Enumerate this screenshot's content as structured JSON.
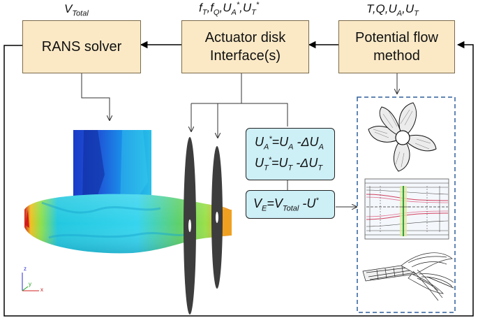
{
  "top_labels": {
    "rans_input": "V_Total",
    "actuator_input": "f_T, f_Q, U_A*, U_T*",
    "potential_input": "T, Q, U_A, U_T"
  },
  "boxes": {
    "rans": "RANS solver",
    "actuator_line1": "Actuator disk",
    "actuator_line2": "Interface(s)",
    "potential_line1": "Potential flow",
    "potential_line2": "method"
  },
  "equations": {
    "ua": "U_A* = U_A - ΔU_A",
    "ut": "U_T* = U_T - ΔU_T",
    "ve": "V_E = V_Total - U*"
  },
  "axes_triad": {
    "z": "z",
    "y": "y",
    "x": "x"
  },
  "colors": {
    "box_fill": "#fbe9c6",
    "eq_fill": "#cdeff6",
    "dashed_frame": "#2f5f9a"
  }
}
